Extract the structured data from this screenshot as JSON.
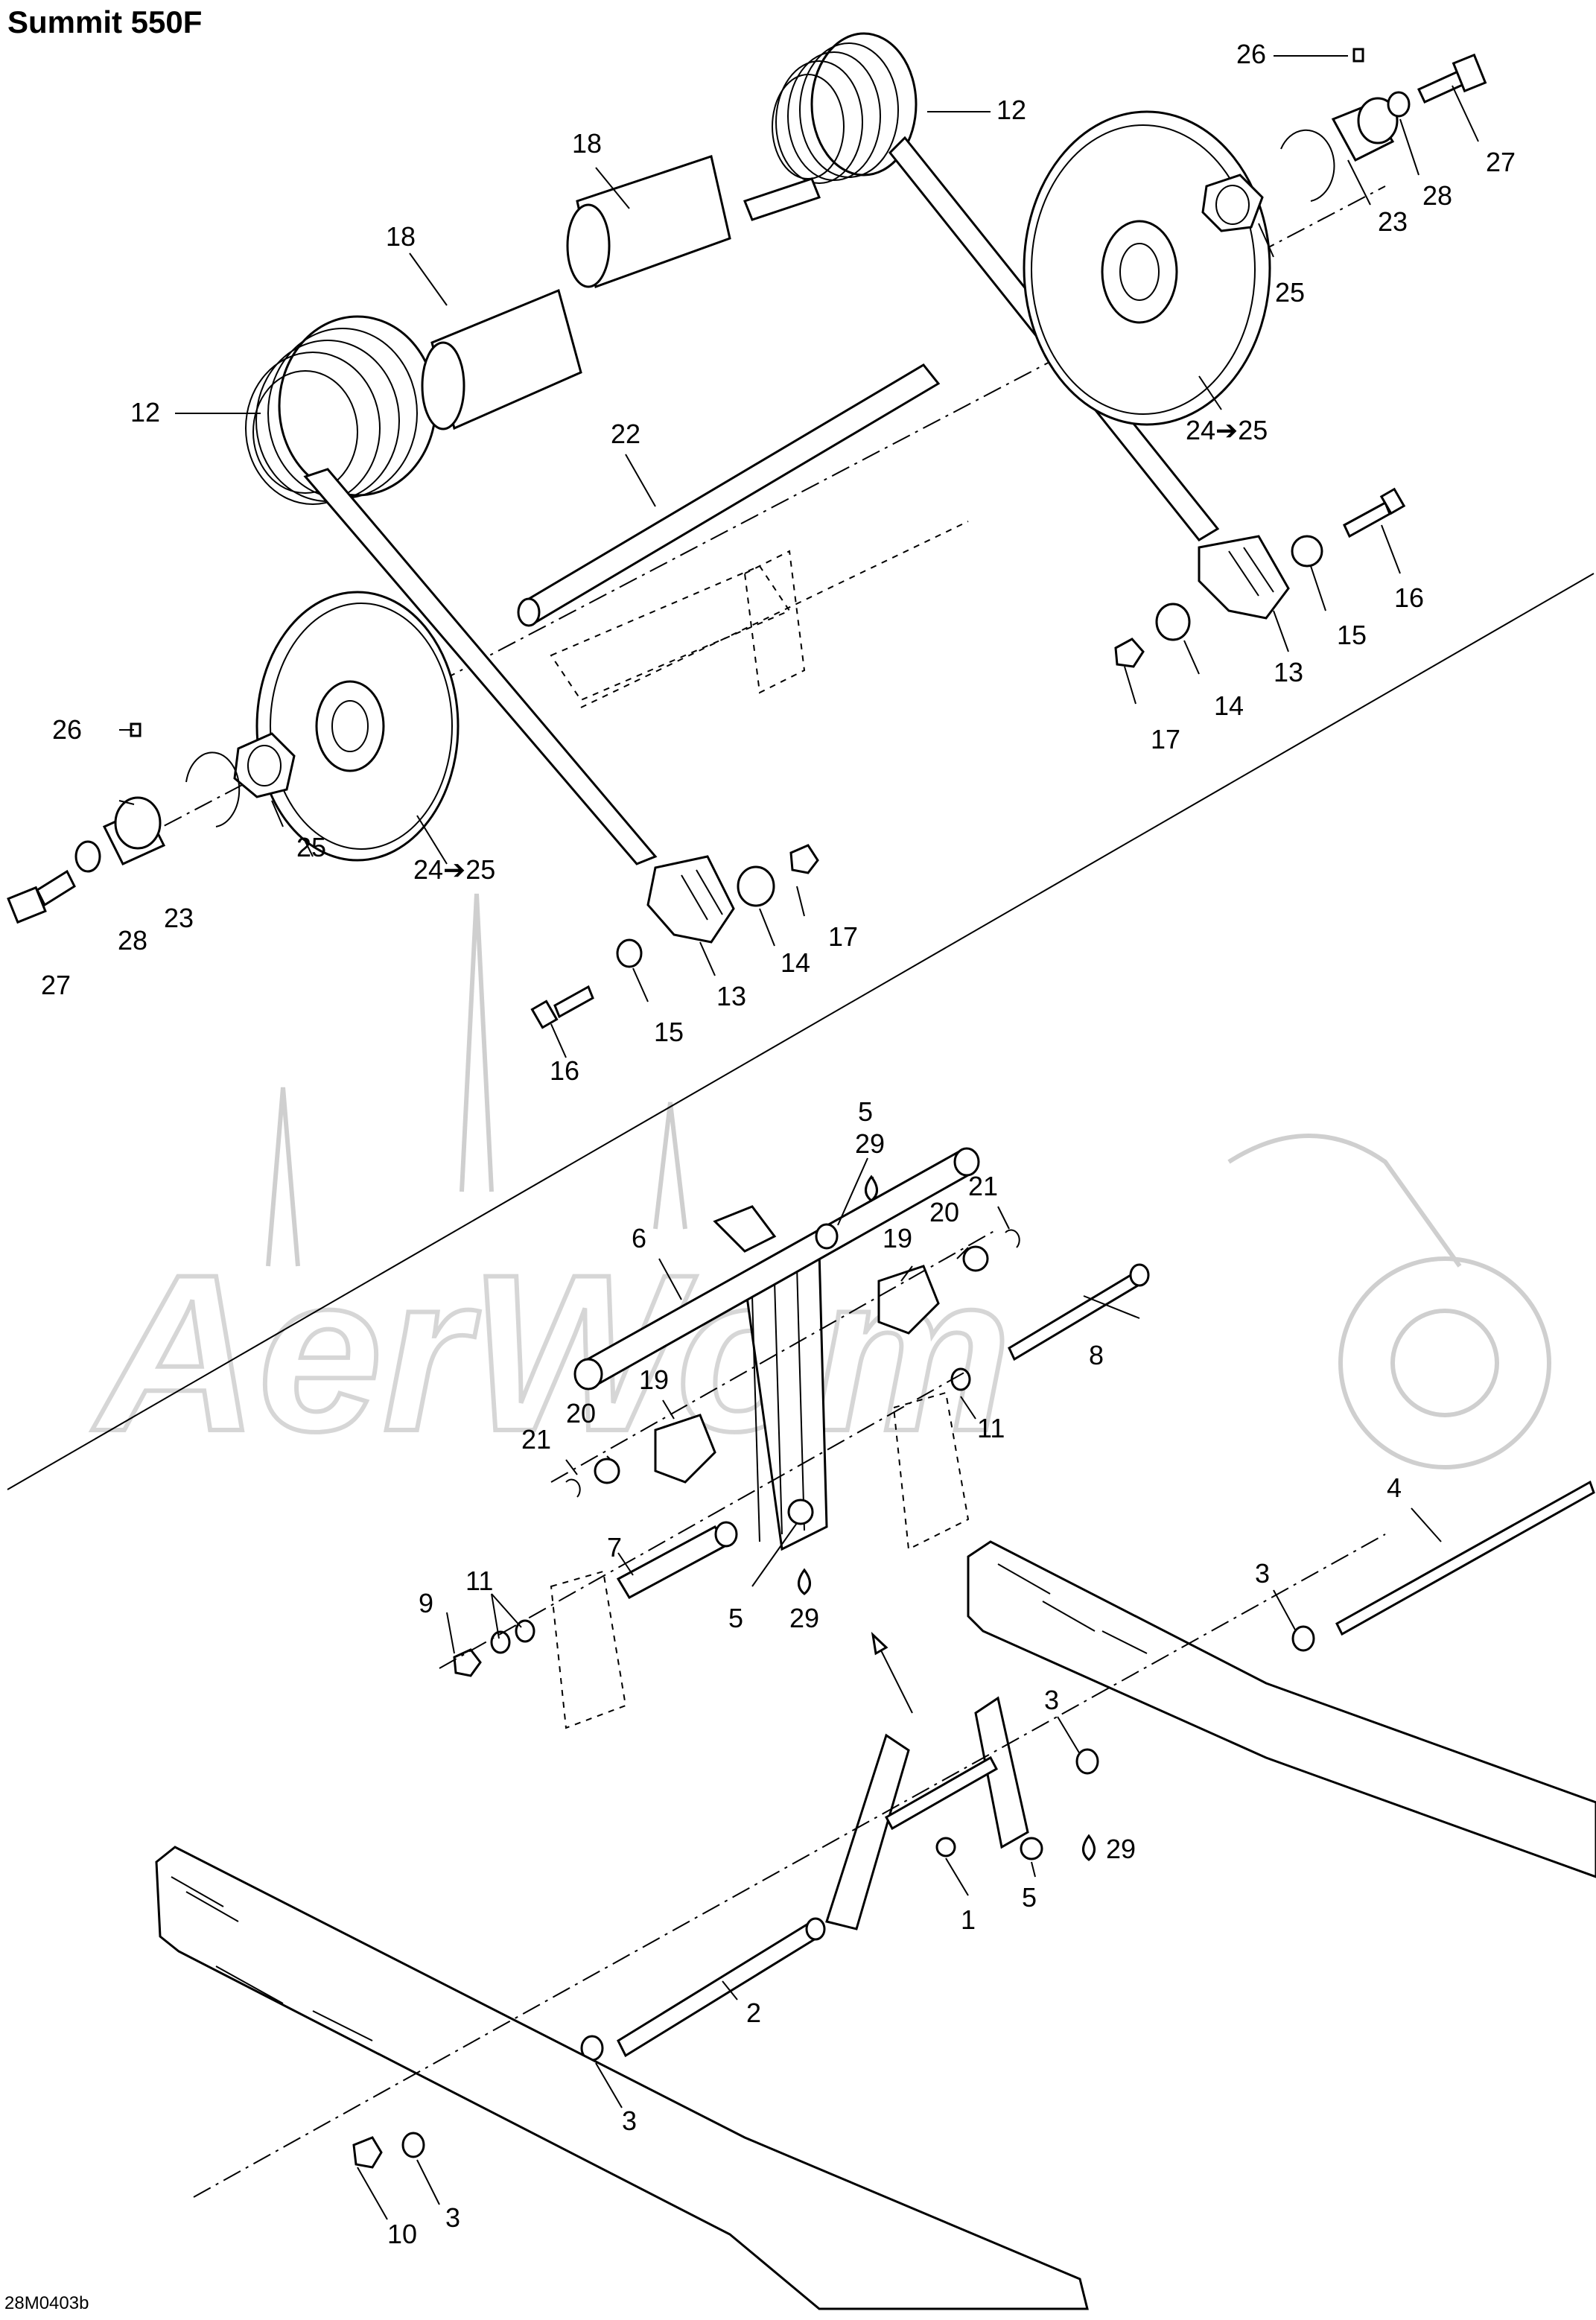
{
  "header": {
    "title": "Summit 550F"
  },
  "footer": {
    "drawing_code": "28M0403b"
  },
  "watermark": {
    "text": "AerWom",
    "color": "#d6d6d6"
  },
  "callouts": [
    {
      "id": "c26a",
      "label": "26"
    },
    {
      "id": "c12a",
      "label": "12"
    },
    {
      "id": "c18a",
      "label": "18"
    },
    {
      "id": "c18b",
      "label": "18"
    },
    {
      "id": "c27a",
      "label": "27"
    },
    {
      "id": "c28a",
      "label": "28"
    },
    {
      "id": "c23a",
      "label": "23"
    },
    {
      "id": "c25a",
      "label": "25"
    },
    {
      "id": "c2425a",
      "label": "24➔25"
    },
    {
      "id": "c12b",
      "label": "12"
    },
    {
      "id": "c22",
      "label": "22"
    },
    {
      "id": "c16a",
      "label": "16"
    },
    {
      "id": "c15a",
      "label": "15"
    },
    {
      "id": "c13a",
      "label": "13"
    },
    {
      "id": "c14a",
      "label": "14"
    },
    {
      "id": "c17a",
      "label": "17"
    },
    {
      "id": "c26b",
      "label": "26"
    },
    {
      "id": "c25b",
      "label": "25"
    },
    {
      "id": "c2425b",
      "label": "24➔25"
    },
    {
      "id": "c23b",
      "label": "23"
    },
    {
      "id": "c28b",
      "label": "28"
    },
    {
      "id": "c27b",
      "label": "27"
    },
    {
      "id": "c17b",
      "label": "17"
    },
    {
      "id": "c14b",
      "label": "14"
    },
    {
      "id": "c13b",
      "label": "13"
    },
    {
      "id": "c15b",
      "label": "15"
    },
    {
      "id": "c16b",
      "label": "16"
    },
    {
      "id": "c5a",
      "label": "5"
    },
    {
      "id": "c29a",
      "label": "29"
    },
    {
      "id": "c6",
      "label": "6"
    },
    {
      "id": "c21a",
      "label": "21"
    },
    {
      "id": "c20a",
      "label": "20"
    },
    {
      "id": "c19a",
      "label": "19"
    },
    {
      "id": "c8",
      "label": "8"
    },
    {
      "id": "c19b",
      "label": "19"
    },
    {
      "id": "c11a",
      "label": "11"
    },
    {
      "id": "c21b",
      "label": "21"
    },
    {
      "id": "c20b",
      "label": "20"
    },
    {
      "id": "c7",
      "label": "7"
    },
    {
      "id": "c11b",
      "label": "11"
    },
    {
      "id": "c9",
      "label": "9"
    },
    {
      "id": "c5b",
      "label": "5"
    },
    {
      "id": "c29b",
      "label": "29"
    },
    {
      "id": "c4",
      "label": "4"
    },
    {
      "id": "c3a",
      "label": "3"
    },
    {
      "id": "c3b",
      "label": "3"
    },
    {
      "id": "c29c",
      "label": "29"
    },
    {
      "id": "c5c",
      "label": "5"
    },
    {
      "id": "c1",
      "label": "1"
    },
    {
      "id": "c2",
      "label": "2"
    },
    {
      "id": "c3c",
      "label": "3"
    },
    {
      "id": "c3d",
      "label": "3"
    },
    {
      "id": "c10",
      "label": "10"
    }
  ]
}
